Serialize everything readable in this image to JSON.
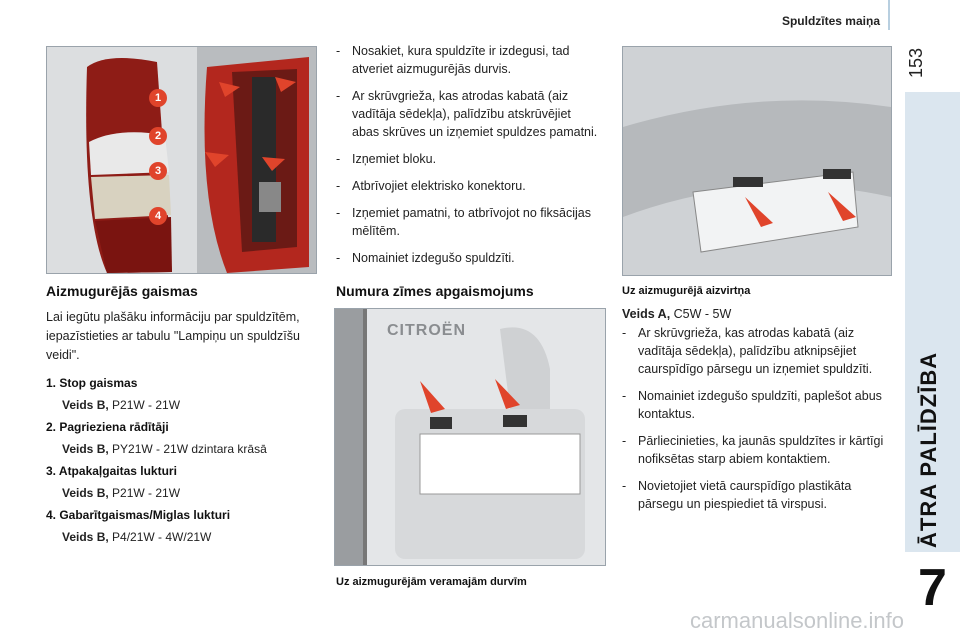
{
  "header": {
    "title": "Spuldzītes maiņa",
    "page_number": "153"
  },
  "side": {
    "section_label": "ĀTRA PALĪDZĪBA",
    "chapter_number": "7"
  },
  "rear_lights": {
    "title": "Aizmugurējās gaismas",
    "intro": "Lai iegūtu plašāku informāciju par spuldzītēm, iepazīstieties ar tabulu \"Lampiņu un spuldzīšu veidi\".",
    "callouts": [
      "1",
      "2",
      "3",
      "4"
    ],
    "items": [
      {
        "name": "1.  Stop gaismas",
        "type_label": "Veids B,",
        "type_value": " P21W - 21W"
      },
      {
        "name": "2.  Pagrieziena rādītāji",
        "type_label": "Veids B,",
        "type_value": " PY21W - 21W dzintara krāsā"
      },
      {
        "name": "3.  Atpakaļgaitas lukturi",
        "type_label": "Veids B,",
        "type_value": " P21W - 21W"
      },
      {
        "name": "4.  Gabarītgaismas/Miglas lukturi",
        "type_label": "Veids B,",
        "type_value": " P4/21W - 4W/21W"
      }
    ],
    "steps": [
      "Nosakiet, kura spuldzīte ir izdegusi, tad atveriet aizmugurējās durvis.",
      "Ar skrūvgrieža, kas atrodas kabatā (aiz vadītāja sēdekļa), palīdzību atskrūvējiet abas skrūves un izņemiet spuldzes pamatni.",
      "Izņemiet bloku.",
      "Atbrīvojiet elektrisko konektoru.",
      "Izņemiet pamatni, to atbrīvojot no fiksācijas mēlītēm.",
      "Nomainiet izdegušo spuldzīti."
    ]
  },
  "plate_light": {
    "title": "Numura zīmes apgaismojums",
    "caption_doors": "Uz aizmugurējām veramajām durvīm",
    "caption_tailgate": "Uz aizmugurējā aizvirtņa",
    "brand_text": "CITROËN",
    "type_label": "Veids A,",
    "type_value": " C5W - 5W",
    "steps": [
      "Ar skrūvgrieža, kas atrodas kabatā (aiz vadītāja sēdekļa), palīdzību atknipsējiet caurspīdīgo pārsegu un izņemiet spuldzīti.",
      "Nomainiet izdegušo spuldzīti, paplešot abus kontaktus.",
      "Pārliecinieties, ka jaunās spuldzītes ir kārtīgi nofiksētas starp abiem kontaktiem.",
      "Novietojiet vietā caurspīdīgo plastikāta pārsegu un piespiediet tā virspusi."
    ]
  },
  "watermark": "carmanualsonline.info",
  "colors": {
    "accent_red": "#e0442b",
    "side_band": "#dbe6ef",
    "light_red": "#b3271e"
  }
}
